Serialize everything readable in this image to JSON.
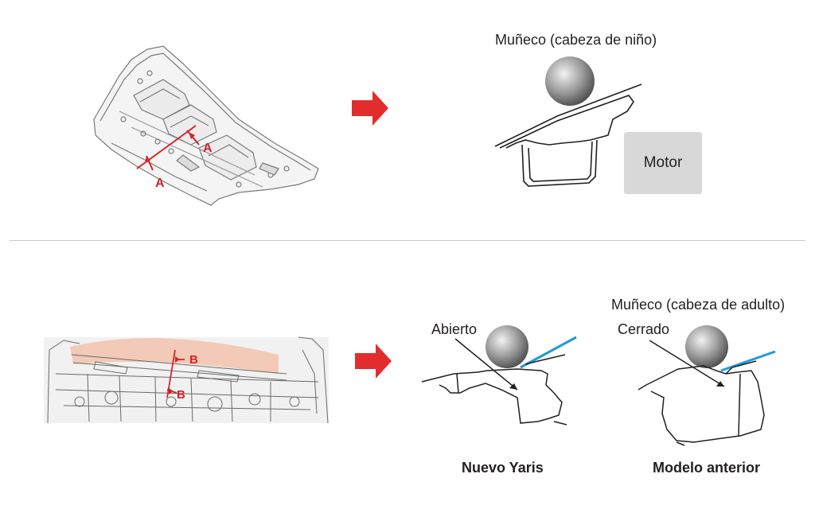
{
  "top": {
    "dummy_label": "Muñeco (cabeza de niño)",
    "engine_label": "Motor",
    "section_marker": "A"
  },
  "bottom": {
    "dummy_label": "Muñeco (cabeza de adulto)",
    "open_label": "Abierto",
    "closed_label": "Cerrado",
    "new_caption": "Nuevo Yaris",
    "old_caption": "Modelo anterior",
    "section_marker": "B"
  },
  "colors": {
    "arrow": "#e32d2d",
    "marker": "#d5242a",
    "cowl_highlight": "#f2c3ad",
    "blue_line": "#1f9bd7",
    "engine_box": "#d8d8d8",
    "divider": "#c7c7c7"
  }
}
